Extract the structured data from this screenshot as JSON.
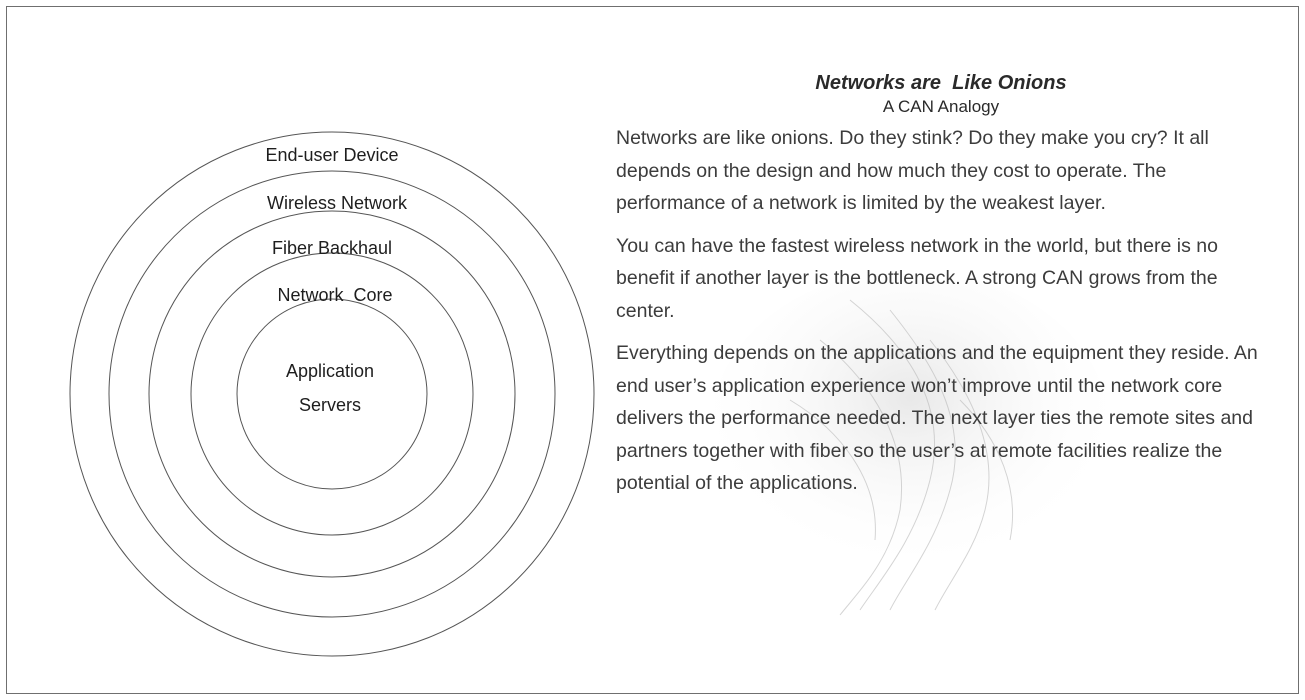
{
  "diagram": {
    "rings": [
      {
        "label": "End-user Device"
      },
      {
        "label": "Wireless Network"
      },
      {
        "label": "Fiber Backhaul"
      },
      {
        "label": "Network  Core"
      }
    ],
    "center_label_lines": [
      "Application",
      "Servers"
    ]
  },
  "article": {
    "title": "Networks are  Like Onions",
    "subtitle": "A CAN Analogy",
    "paragraphs": [
      "Networks are like onions. Do they stink? Do they make you cry? It all depends on the design and how much they cost to operate. The performance of a network is limited by the weakest layer.",
      "You can have the fastest wireless network in the world, but there is no benefit if another layer is the bottleneck. A strong CAN grows from the center.",
      "Everything depends on the applications and the equipment they reside. An end user’s application experience won’t improve until the network core delivers the performance needed. The next layer ties the remote sites and partners together with fiber so the user’s at remote facilities realize the potential of the applications."
    ]
  }
}
